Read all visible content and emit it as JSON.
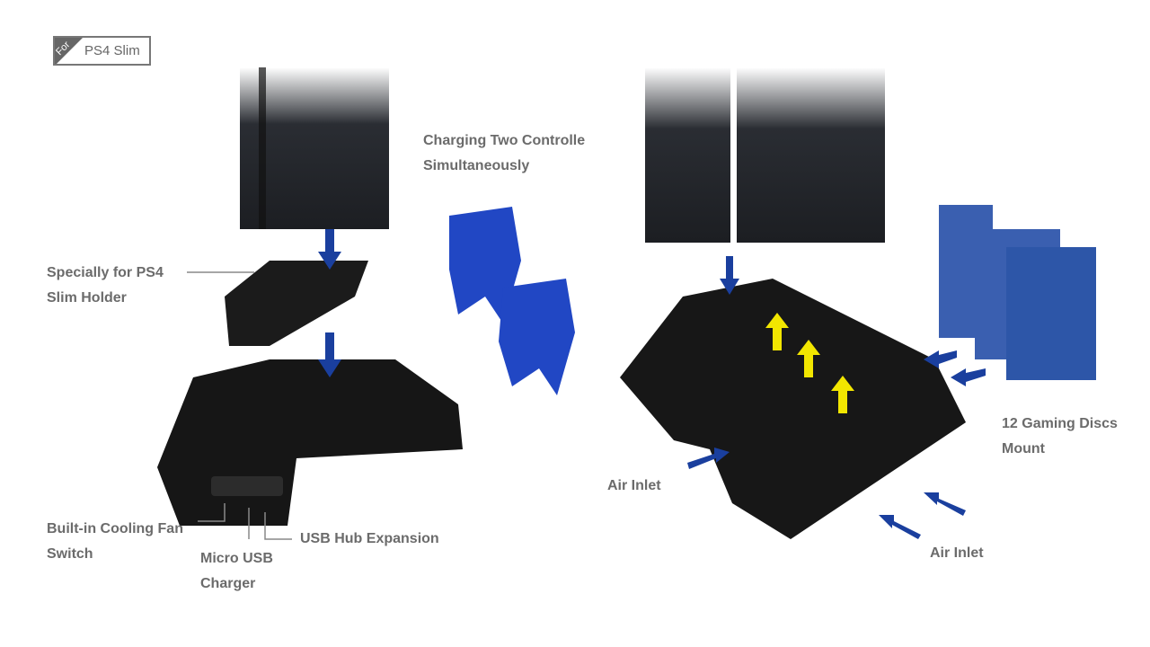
{
  "badge": {
    "prefix": "For",
    "model": "PS4 Slim"
  },
  "labels": {
    "charging_line1": "Charging Two Controlle",
    "charging_line2": "Simultaneously",
    "holder_line1": "Specially for PS4",
    "holder_line2": "Slim Holder",
    "fan_line1": "Built-in Cooling Fan",
    "fan_line2": "Switch",
    "micro_line1": "Micro USB",
    "micro_line2": "Charger",
    "usb_hub": "USB Hub Expansion",
    "air_inlet_left": "Air Inlet",
    "air_inlet_bottom": "Air Inlet",
    "discs_line1": "12 Gaming Discs",
    "discs_line2": "Mount"
  },
  "colors": {
    "arrow_blue": "#1a3f9e",
    "airflow_yellow": "#f2e600",
    "controller_blue": "#2147c4",
    "plastic": "#1a1a1a"
  }
}
